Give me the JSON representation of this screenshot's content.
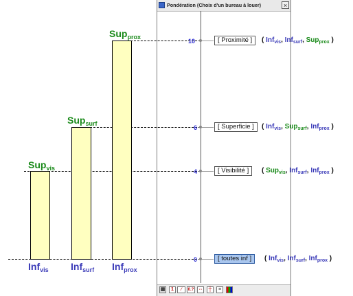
{
  "window": {
    "title": "Pondération (Choix d'un bureau à louer)",
    "close": "×"
  },
  "bars": [
    {
      "sup_main": "Sup",
      "sup_sub": "vis",
      "inf_main": "Inf",
      "inf_sub": "vis"
    },
    {
      "sup_main": "Sup",
      "sup_sub": "surf",
      "inf_main": "Inf",
      "inf_sub": "surf"
    },
    {
      "sup_main": "Sup",
      "sup_sub": "prox",
      "inf_main": "Inf",
      "inf_sub": "prox"
    }
  ],
  "scale": {
    "t10": "10",
    "t6": "6",
    "t4": "4",
    "t0": "0"
  },
  "tags": {
    "proximite": "[ Proximité ]",
    "superficie": "[ Superficie ]",
    "visibilite": "[ Visibilité ]",
    "toutesinf": "[ toutes inf ]"
  },
  "tuples": {
    "proximite": [
      {
        "m": "Inf",
        "s": "vis"
      },
      {
        "m": "Inf",
        "s": "surf"
      },
      {
        "m": "Sup",
        "s": "prox"
      }
    ],
    "superficie": [
      {
        "m": "Inf",
        "s": "vis"
      },
      {
        "m": "Sup",
        "s": "surf"
      },
      {
        "m": "Inf",
        "s": "prox"
      }
    ],
    "visibilite": [
      {
        "m": "Sup",
        "s": "vis"
      },
      {
        "m": "Inf",
        "s": "surf"
      },
      {
        "m": "Inf",
        "s": "prox"
      }
    ],
    "toutesinf": [
      {
        "m": "Inf",
        "s": "vis"
      },
      {
        "m": "Inf",
        "s": "surf"
      },
      {
        "m": "Inf",
        "s": "prox"
      }
    ]
  },
  "punct": {
    "open": "( ",
    "close": " )",
    "comma": ", "
  },
  "toolbar": {
    "grid": "grid-icon",
    "one": "1",
    "scale": "scale-icon",
    "zero_one": "0.?",
    "move": "move-icon",
    "resize": "resize-icon",
    "list": "list-icon",
    "color": "color-icon"
  },
  "colors": {
    "green": "#1a8a1a",
    "blue": "#3a3ab8",
    "bar_fill": "#ffffc0"
  }
}
